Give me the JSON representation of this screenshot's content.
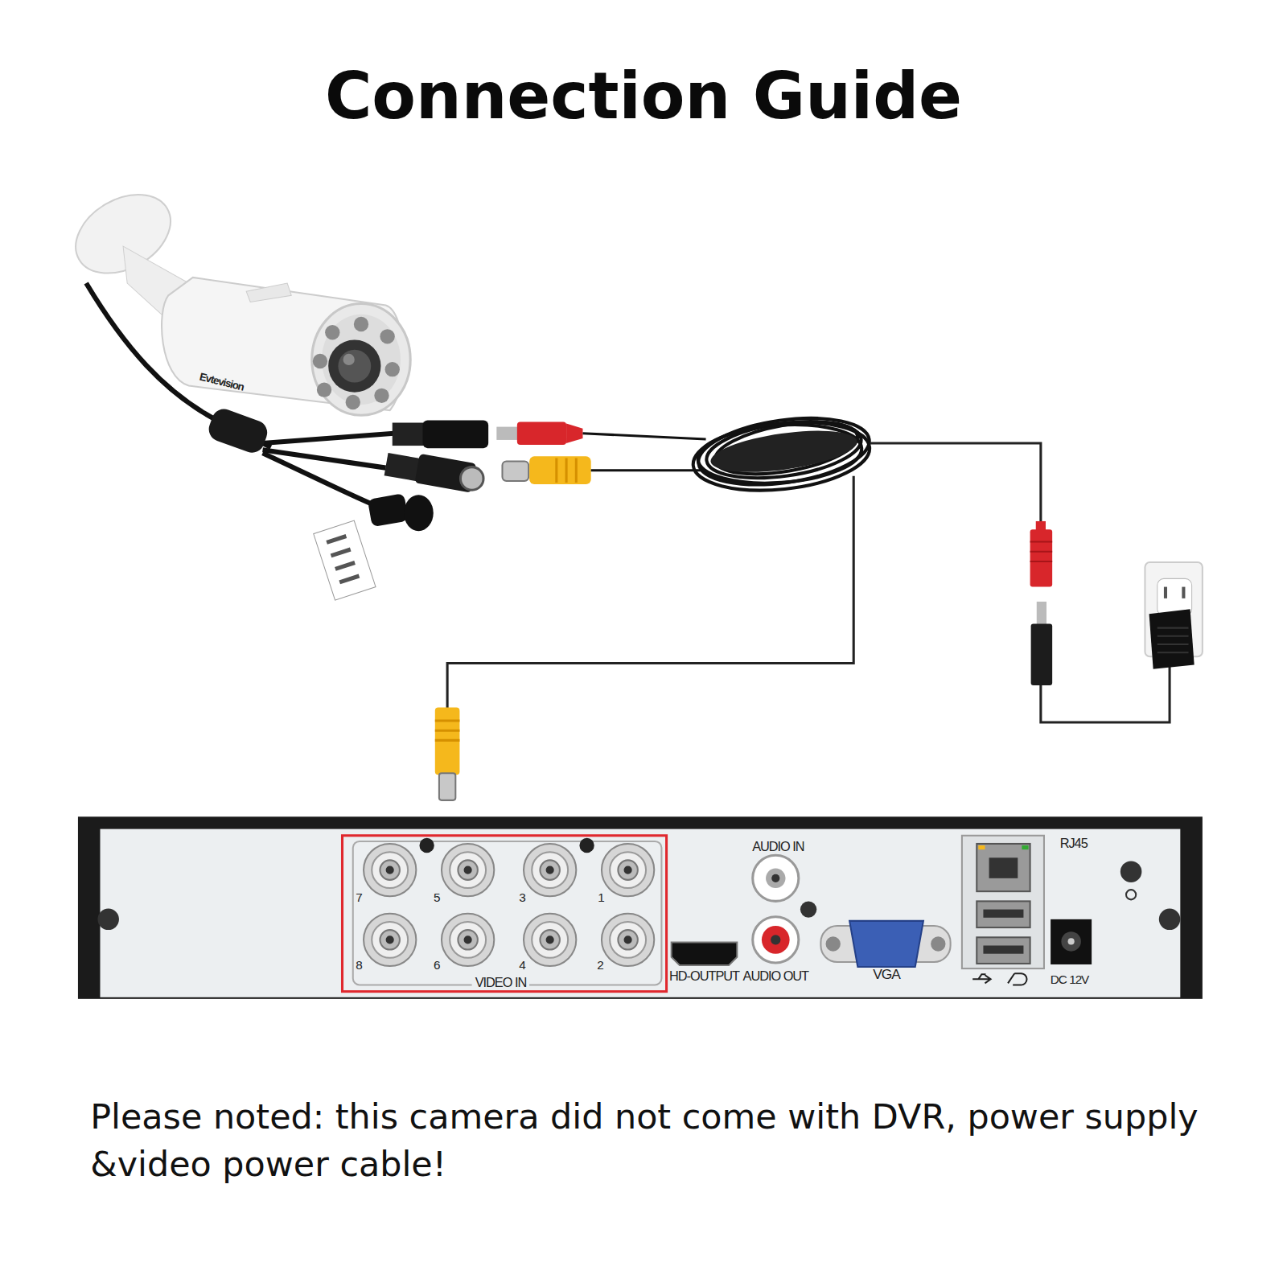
{
  "diagram": {
    "title": "Connection Guide",
    "caption": "Please noted: this camera did not come with DVR, power supply &video power cable!",
    "labels": [
      "Evtevision",
      "7",
      "5",
      "3",
      "1",
      "8",
      "6",
      "4",
      "2",
      "VIDEO IN",
      "AUDIO IN",
      "HD-OUTPUT",
      "AUDIO OUT",
      "VGA",
      "RJ45",
      "DC 12V"
    ]
  }
}
